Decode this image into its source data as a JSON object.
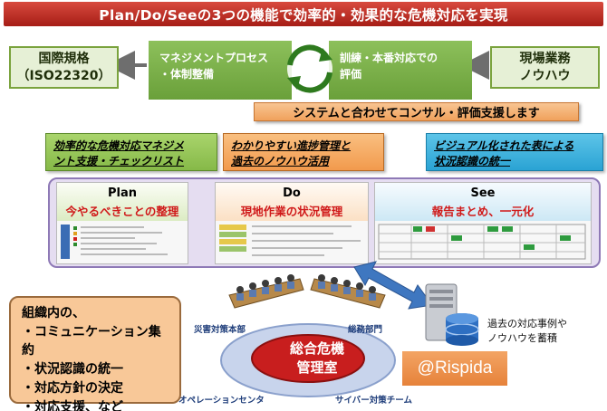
{
  "banner": {
    "title": "Plan/Do/Seeの3つの機能で効率的・効果的な危機対応を実現"
  },
  "top_row": {
    "standard": {
      "line1": "国際規格",
      "line2": "（ISO22320）"
    },
    "process": {
      "line1": "マネジメントプロセス",
      "line2": "・体制整備"
    },
    "training": {
      "line1": "訓練・本番対応での",
      "line2": "評価"
    },
    "field": {
      "line1": "現場業務",
      "line2": "ノウハウ"
    },
    "consult": "システムと合わせてコンサル・評価支援します"
  },
  "callouts": {
    "plan": {
      "line1": "効率的な危機対応マネジメ",
      "line2": "ント支援・チェックリスト"
    },
    "do": {
      "line1": "わかりやすい進捗管理と",
      "line2": "過去のノウハウ活用"
    },
    "see": {
      "line1": "ビジュアル化された表による",
      "line2": "状況認識の統一"
    }
  },
  "columns": {
    "plan": {
      "title": "Plan",
      "subtitle": "今やるべきことの整理"
    },
    "do": {
      "title": "Do",
      "subtitle": "現地作業の状況管理"
    },
    "see": {
      "title": "See",
      "subtitle": "報告まとめ、一元化"
    }
  },
  "bubble": {
    "lines": [
      "組織内の、",
      "・コミュニケーション集約",
      "・状況認識の統一",
      "・対応方針の決定",
      "・対応支援、など"
    ]
  },
  "room": {
    "hq": "災害対策本部",
    "general_affairs": "総務部門",
    "center_line1": "総合危機",
    "center_line2": "管理室",
    "ops": "オペレーションセンタ",
    "cyber": "サイバー対策チーム"
  },
  "rispida": {
    "label": "@Rispida"
  },
  "db_note": {
    "line1": "過去の対応事例や",
    "line2": "ノウハウを蓄積"
  },
  "colors": {
    "banner_red": "#b8261e",
    "green_dark": "#6aa03a",
    "green_light": "#e6f0d6",
    "orange": "#f0a15c",
    "purple_panel": "#e5ddf1",
    "room_red": "#c81e1e",
    "blue_arrow": "#3f77c0"
  },
  "icons": [
    "cycle-arrows-icon",
    "server-database-icon",
    "double-arrow-icon"
  ]
}
